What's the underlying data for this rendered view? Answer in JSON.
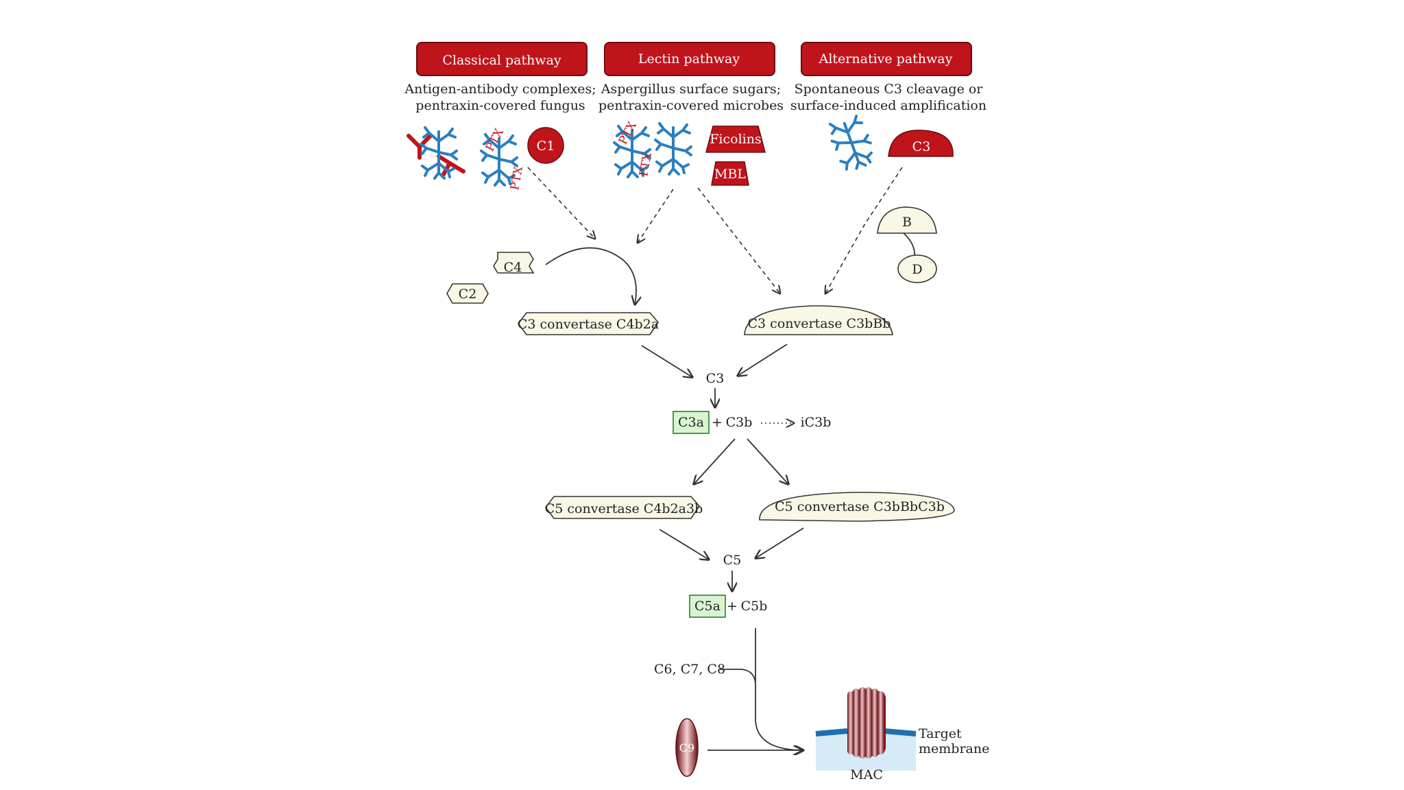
{
  "pathways": [
    {
      "label": "Classical pathway",
      "description_line1": "Antigen-antibody complexes;",
      "description_line2": "pentraxin-covered fungus"
    },
    {
      "label": "Lectin pathway",
      "description_line1": "Aspergillus surface sugars;",
      "description_line2": "pentraxin-covered microbes"
    },
    {
      "label": "Alternative pathway",
      "description_line1": "Spontaneous C3 cleavage or",
      "description_line2": "surface-induced amplification"
    }
  ],
  "molecules": {
    "c1": "C1",
    "ptx": "PTX",
    "ficolins": "Ficolins",
    "mbl": "MBL",
    "c3_alt": "C3",
    "factor_b": "B",
    "factor_d": "D",
    "c4": "C4",
    "c2": "C2"
  },
  "convertases": {
    "c3_classical": "C3 convertase C4b2a",
    "c3_alternative": "C3 convertase C3bBb",
    "c5_classical": "C5 convertase C4b2a3b",
    "c5_alternative": "C5 convertase C3bBbC3b"
  },
  "cascade": {
    "c3": "C3",
    "c3a": "C3a",
    "plus": "+",
    "c3b": "C3b",
    "ic3b": "iC3b",
    "c5": "C5",
    "c5a": "C5a",
    "c5b": "C5b",
    "c6_c8": "C6, C7, C8",
    "c9": "C9",
    "mac": "MAC",
    "target_line1": "Target",
    "target_line2": "membrane"
  },
  "colors": {
    "pathway_red": "#c0141b",
    "sugar_blue": "#2b7fc0",
    "fragment_green": "#c9f2c0",
    "convertase_fill": "#fbf7e6",
    "membrane_blue": "#1f6fb0",
    "membrane_fill": "#d6ebf7"
  }
}
